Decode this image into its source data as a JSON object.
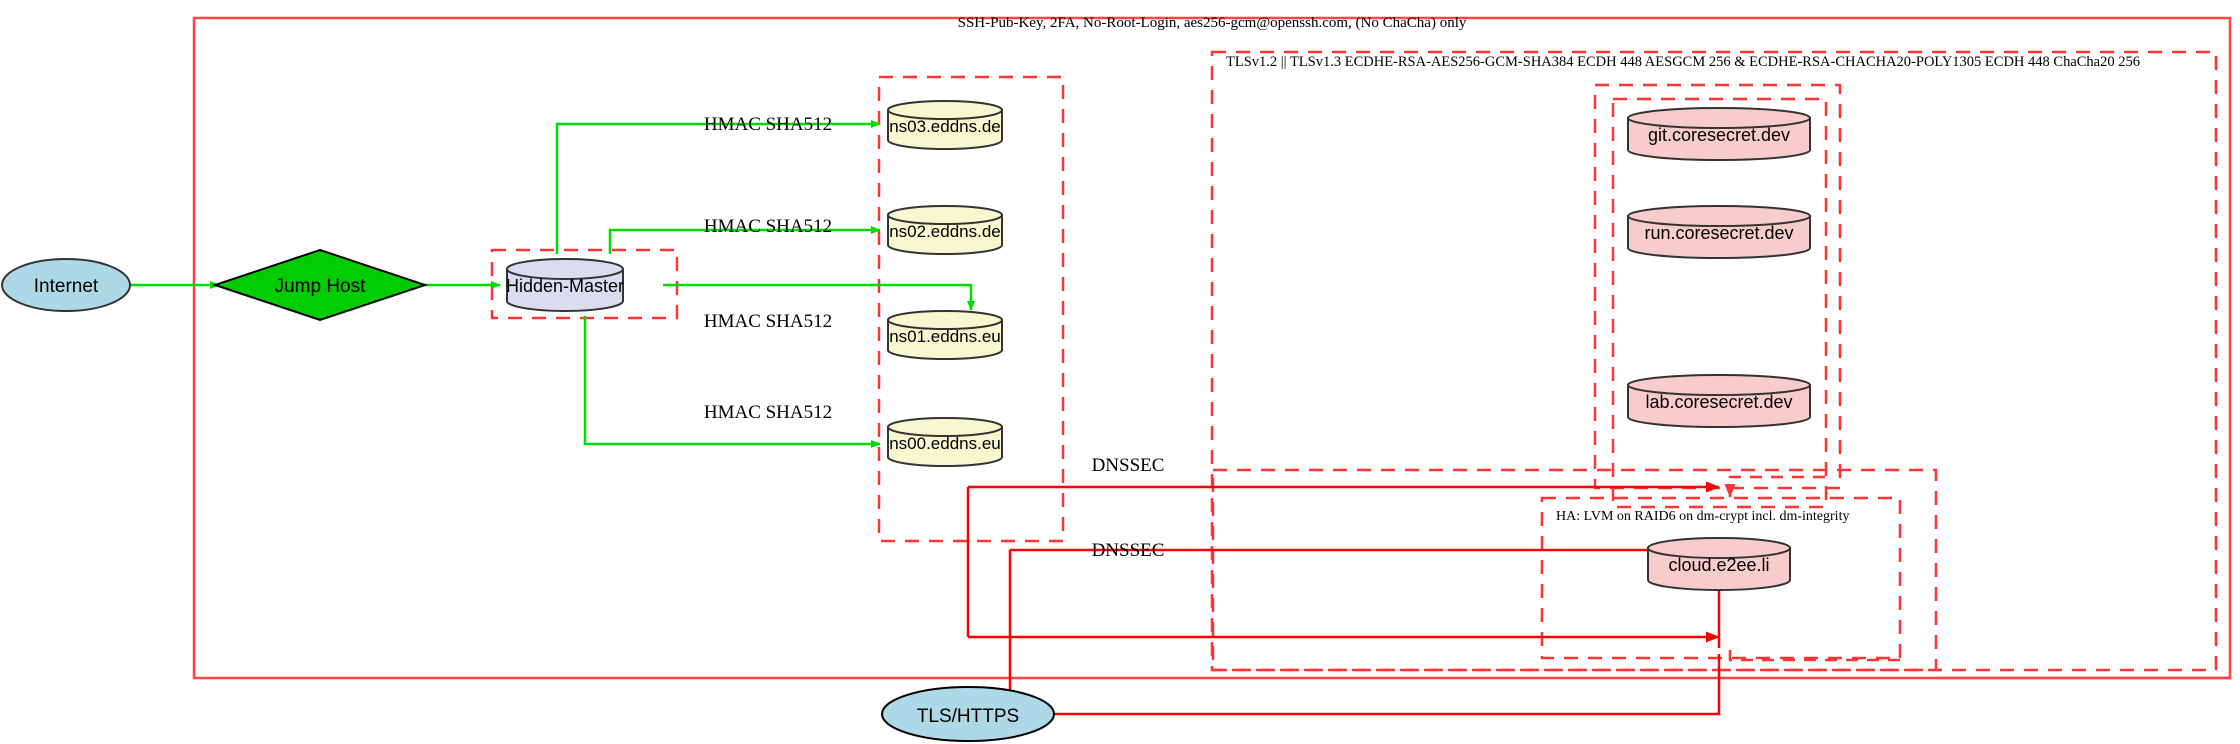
{
  "diagram": {
    "title_labels": {
      "ssh_zone": "SSH-Pub-Key, 2FA, No-Root-Login, aes256-gcm@openssh.com, (No ChaCha) only",
      "tls_zone": "TLSv1.2 || TLSv1.3 ECDHE-RSA-AES256-GCM-SHA384 ECDH 448 AESGCM 256 & ECDHE-RSA-CHACHA20-POLY1305 ECDH 448 ChaCha20 256",
      "ha_zone": "HA: LVM on RAID6 on dm-crypt incl. dm-integrity"
    },
    "nodes": {
      "internet": "Internet",
      "jump_host": "Jump Host",
      "hidden_master": "Hidden-Master",
      "ns03": "ns03.eddns.de",
      "ns02": "ns02.eddns.de",
      "ns01": "ns01.eddns.eu",
      "ns00": "ns00.eddns.eu",
      "git": "git.coresecret.dev",
      "run": "run.coresecret.dev",
      "lab": "lab.coresecret.dev",
      "cloud": "cloud.e2ee.li",
      "tls_https": "TLS/HTTPS"
    },
    "edge_labels": {
      "hmac_ns03": "HMAC SHA512",
      "hmac_ns02": "HMAC SHA512",
      "hmac_ns01": "HMAC SHA512",
      "hmac_ns00": "HMAC SHA512",
      "dnssec_upper": "DNSSEC",
      "dnssec_lower": "DNSSEC"
    },
    "colors": {
      "zone_border": "#ff3333",
      "secure_edge": "#00dd00",
      "public_edge": "#ff0000",
      "db_yellow": "#f7f7d0",
      "db_pink": "#f9cccc",
      "db_lavender": "#dcdcf0",
      "ellipse_blue": "#add8e6",
      "diamond_green": "#00cc00",
      "node_stroke": "#333333"
    }
  }
}
